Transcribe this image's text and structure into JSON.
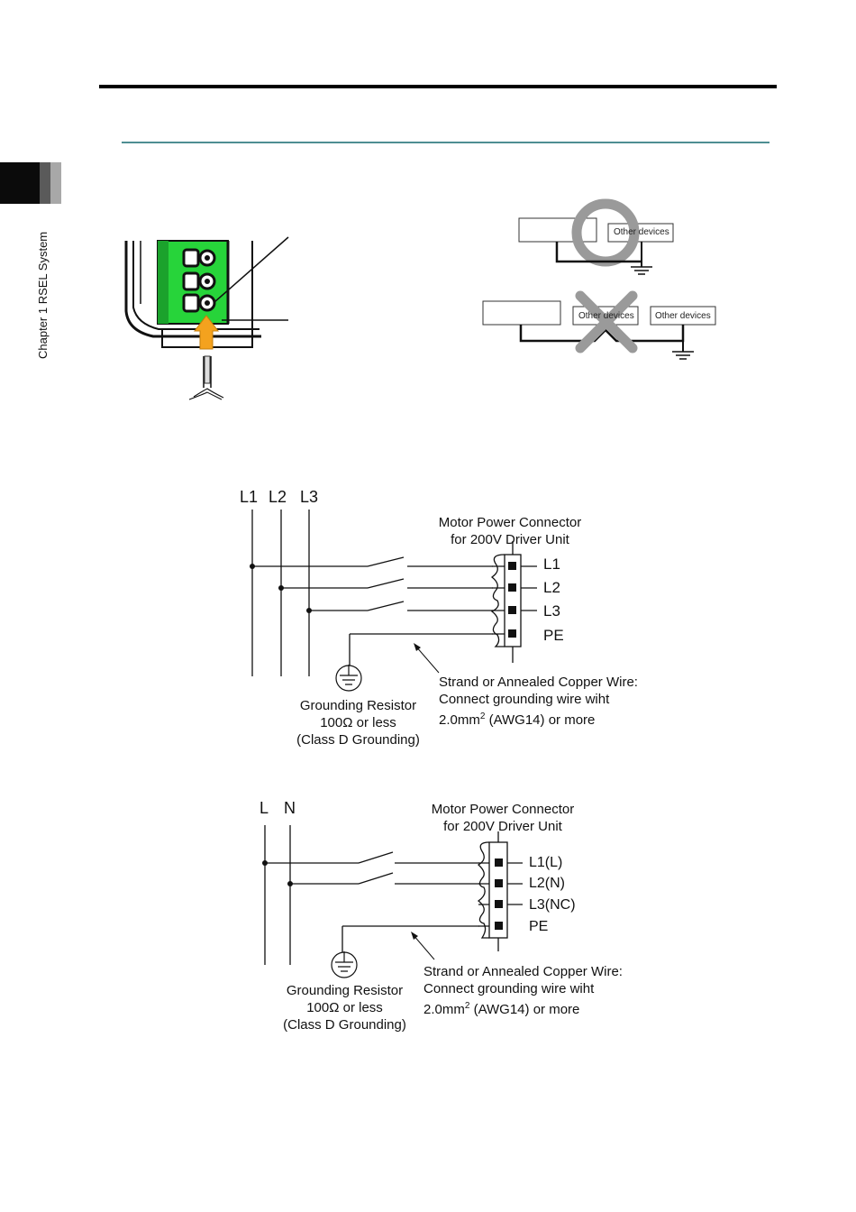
{
  "sidebar": {
    "chapter": "Chapter 1 RSEL System"
  },
  "ground_ok": {
    "other_devices": "Other devices"
  },
  "ground_ng": {
    "other_devices_1": "Other devices",
    "other_devices_2": "Other devices"
  },
  "diagram3": {
    "inputs": [
      "L1",
      "L2",
      "L3"
    ],
    "connector_title": [
      "Motor Power Connector",
      "for 200V Driver Unit"
    ],
    "terminals": [
      "L1",
      "L2",
      "L3",
      "PE"
    ],
    "wire_note": [
      "Strand or Annealed Copper Wire:",
      "Connect grounding wire wiht",
      "2.0mm",
      "2",
      " (AWG14) or more"
    ],
    "ground": [
      "Grounding Resistor",
      "100Ω or less",
      "(Class D Grounding)"
    ]
  },
  "diagram1": {
    "inputs": [
      "L",
      "N"
    ],
    "connector_title": [
      "Motor Power Connector",
      "for 200V Driver Unit"
    ],
    "terminals": [
      "L1(L)",
      "L2(N)",
      "L3(NC)",
      "PE"
    ],
    "wire_note": [
      "Strand or Annealed Copper Wire:",
      "Connect grounding wire wiht",
      "2.0mm",
      "2",
      " (AWG14) or more"
    ],
    "ground": [
      "Grounding Resistor",
      "100Ω or less",
      "(Class D Grounding)"
    ]
  },
  "colors": {
    "accent_rule": "#4e8e92",
    "connector_green": "#27d43a",
    "arrow_orange": "#f4a21e",
    "mark_gray": "#9a9a9a"
  }
}
